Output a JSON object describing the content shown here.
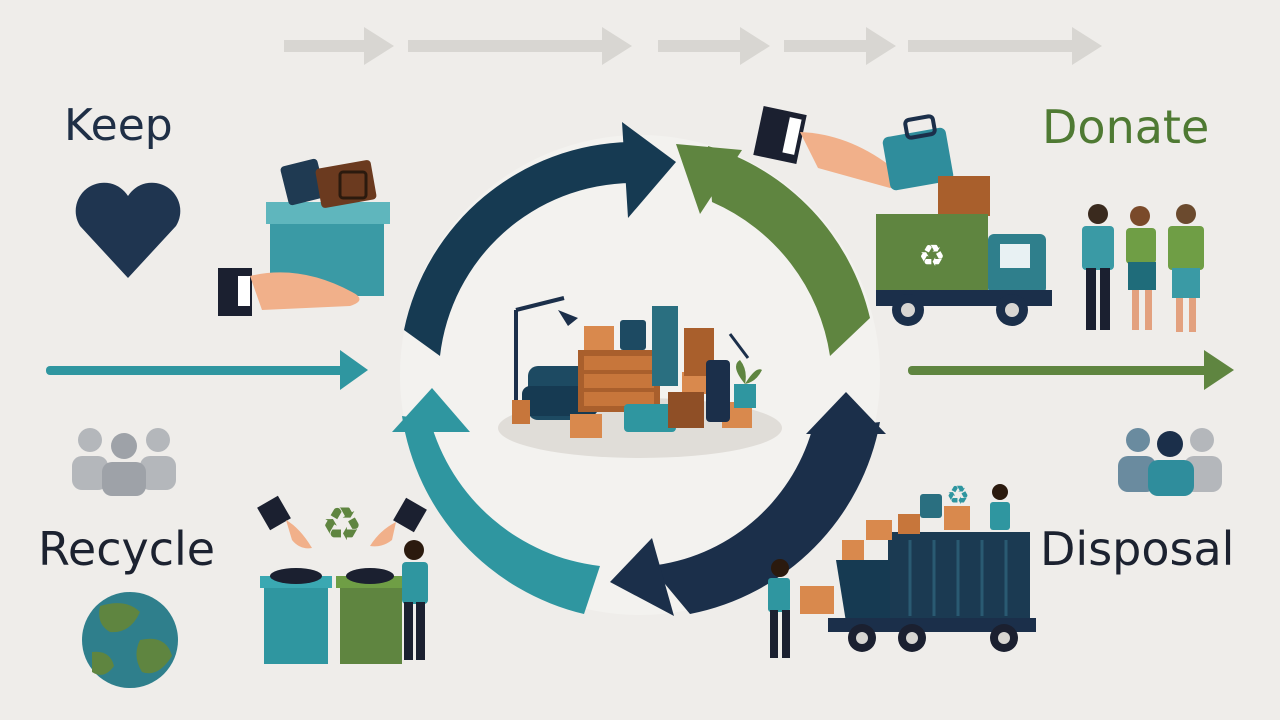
{
  "labels": {
    "keep": "Keep",
    "donate": "Donate",
    "recycle": "Recycle",
    "disposal": "Disposal"
  },
  "colors": {
    "background": "#efedea",
    "navy": "#163a52",
    "dark_navy": "#1b2f4a",
    "teal": "#2f96a0",
    "green": "#5f8540",
    "gray_arrow": "#d8d6d2",
    "label_keep": "#1f2f46",
    "label_donate": "#4f7a33",
    "label_recycle": "#1c2230",
    "label_disposal": "#1c2230"
  },
  "icons": {
    "keep": "heart-icon",
    "donate": "donation-truck-icon",
    "recycle": "globe-icon",
    "disposal": "dumpster-truck-icon",
    "center": "belongings-pile-icon"
  }
}
